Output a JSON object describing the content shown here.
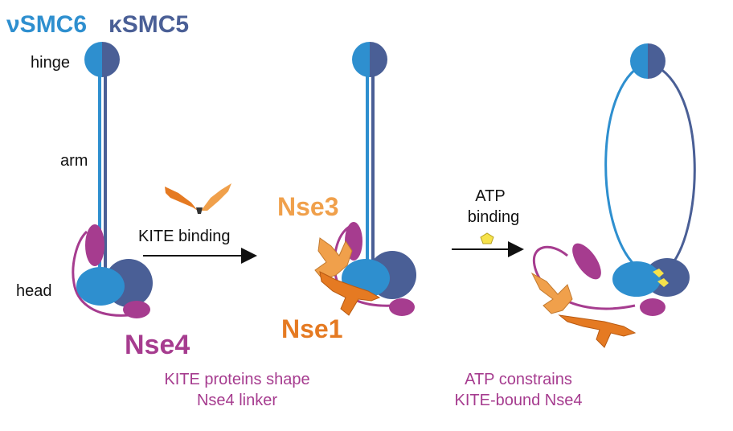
{
  "labels": {
    "smc6": "νSMC6",
    "smc5": "κSMC5",
    "hinge": "hinge",
    "arm": "arm",
    "head": "head",
    "nse4": "Nse4",
    "nse3": "Nse3",
    "nse1": "Nse1",
    "kite_binding": "KITE binding",
    "atp_line1": "ATP",
    "atp_line2": "binding",
    "caption1_line1": "KITE proteins shape",
    "caption1_line2": "Nse4 linker",
    "caption2_line1": "ATP constrains",
    "caption2_line2": "KITE-bound Nse4"
  },
  "colors": {
    "smc6": "#2e8fcf",
    "smc5": "#4a5f96",
    "nse4": "#a63c8f",
    "nse1": "#e57a22",
    "nse3": "#f0a04b",
    "atp": "#f6e24a",
    "arrow": "#111111",
    "label": "#111111"
  }
}
